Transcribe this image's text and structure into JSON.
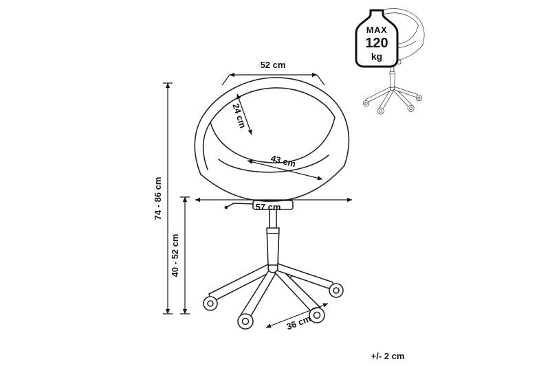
{
  "diagram": {
    "background": "#ffffff",
    "line_color": "#1c1c1c",
    "subject": "office-swivel-chair-dimension-drawing"
  },
  "dimensions": {
    "seat_width_top": "52 cm",
    "backrest_depth": "24 cm",
    "seat_depth": "43 cm",
    "overall_width": "57 cm",
    "total_height": "74 - 86 cm",
    "seat_height": "40 - 52 cm",
    "base_width": "36 cm"
  },
  "max_load": {
    "line1": "MAX",
    "line2": "120",
    "line3": "kg"
  },
  "tolerance": "+/- 2 cm"
}
